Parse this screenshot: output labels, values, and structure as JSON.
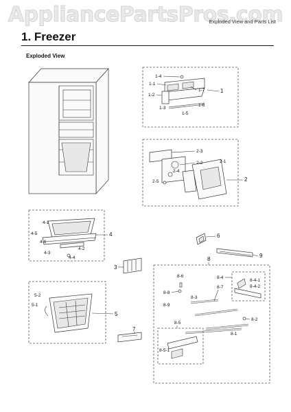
{
  "watermark": "AppliancePartsPros.com",
  "header": "Exploded View and Parts List",
  "title": "1.  Freezer",
  "subtitle": "Exploded View",
  "labels": {
    "l1_4": "1-4",
    "l1_1": "1-1",
    "l1_2": "1-2",
    "l1_3": "1-3",
    "l1_5": "1-5",
    "l1_6": "1-6",
    "l1_7": "1-7",
    "l1": "1",
    "l2_3": "2-3",
    "l2_2": "2-2",
    "l2_4": "2-4",
    "l2_1": "2-1",
    "l2_5": "2-5",
    "l2": "2",
    "l4_1": "4-1",
    "l4_5": "4-5",
    "l4_6": "4-6",
    "l4_2": "4-2",
    "l4_3": "4-3",
    "l4_4": "4-4",
    "l4": "4",
    "l6": "6",
    "l9": "9",
    "l3": "3",
    "l8": "8",
    "l8_6": "8-6",
    "l8_8": "8-8",
    "l8_9": "8-9",
    "l8_3": "8-3",
    "l8_7": "8-7",
    "l8_4": "8-4",
    "l8_4_1": "8-4-1",
    "l8_4_2": "8-4-2",
    "l8_2": "8-2",
    "l8_1": "8-1",
    "l8_5": "8-5",
    "l8_5_1": "8-5-1",
    "l5_2": "5-2",
    "l5_1": "5-1",
    "l5": "5",
    "l7": "7"
  }
}
